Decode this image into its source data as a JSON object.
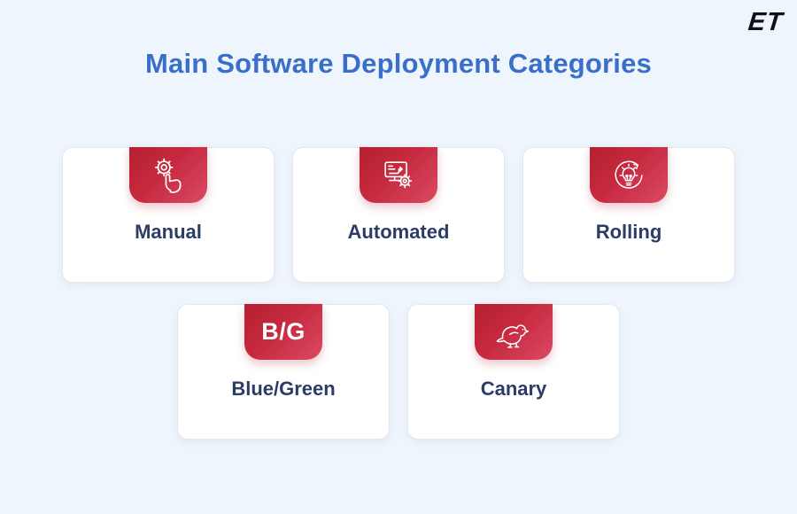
{
  "page": {
    "background_color": "#eff5fc",
    "logo_text": "ET",
    "title": "Main Software Deployment Categories",
    "title_color": "#3a6fc9"
  },
  "theme": {
    "badge_gradient_start": "#b5202f",
    "badge_gradient_end": "#da4a62",
    "badge_text_color": "#ffffff",
    "card_background": "#ffffff",
    "label_color": "#2d3c66"
  },
  "cards": [
    {
      "label": "Manual",
      "icon": "gear-hand-icon"
    },
    {
      "label": "Automated",
      "icon": "monitor-gear-icon"
    },
    {
      "label": "Rolling",
      "icon": "lightbulb-cycle-icon"
    },
    {
      "label": "Blue/Green",
      "badge_text": "B/G"
    },
    {
      "label": "Canary",
      "icon": "canary-bird-icon"
    }
  ]
}
